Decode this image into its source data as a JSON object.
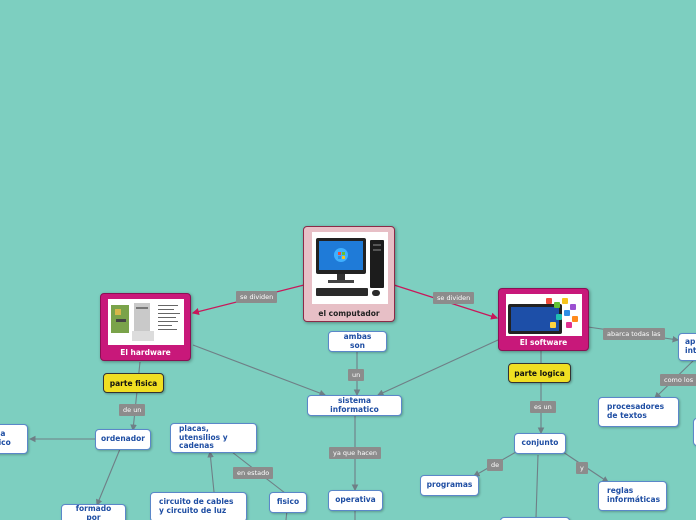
{
  "central": {
    "label": "el computador"
  },
  "hardware": {
    "label": "El hardware"
  },
  "software": {
    "label": "El software"
  },
  "edge_labels": {
    "se_dividen_left": "se dividen",
    "se_dividen_right": "se dividen",
    "un": "un",
    "de_un": "de un",
    "es_un": "es un",
    "ya_que_hacen": "ya que hacen",
    "en_estado": "en estado",
    "de": "de",
    "y": "y",
    "abarca": "abarca todas las",
    "como_los": "como los"
  },
  "nodes": {
    "parte_fisica": "parte fisica",
    "parte_logica": "parte logica",
    "ambas_son": "ambas son",
    "sistema_informatico": "sistema informatico",
    "ordenador": "ordenador",
    "placas": "placas, utensilios y cadenas",
    "circuito": "circuito de cables y circuito de luz",
    "fisico": "fisico",
    "operativa": "operativa",
    "formado_por": "formado por",
    "conjunto": "conjunto",
    "programas": "programas",
    "procesadores": "procesadores de textos",
    "reglas": "reglas informáticas",
    "left_partial": "na\ntico",
    "right_partial": "ap\nint"
  }
}
